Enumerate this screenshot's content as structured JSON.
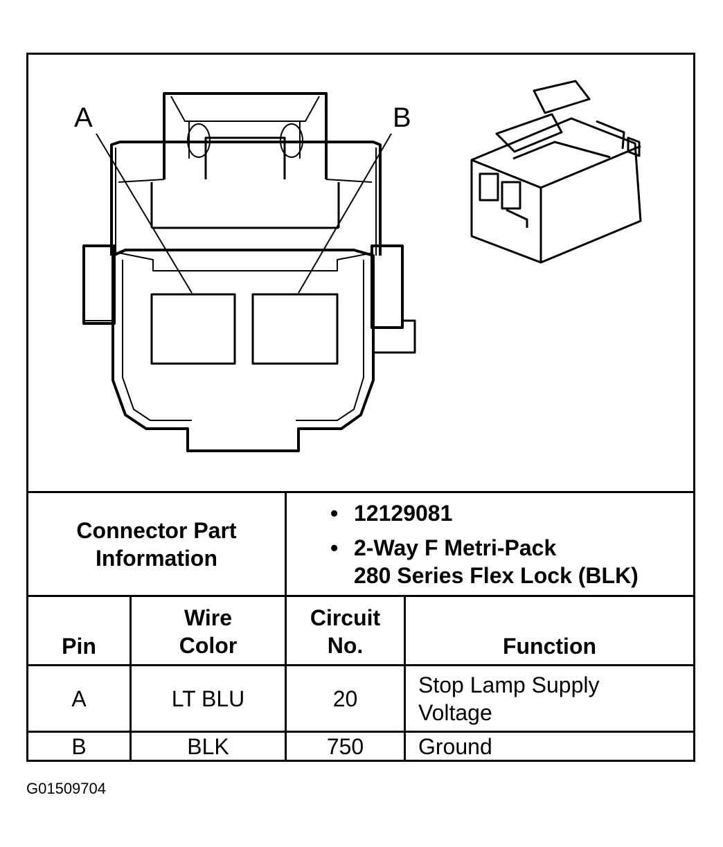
{
  "diagram": {
    "pin_label_a": "A",
    "pin_label_b": "B"
  },
  "part_info": {
    "label_line1": "Connector Part",
    "label_line2": "Information",
    "bullets": [
      {
        "mark": "•",
        "line1": "12129081",
        "line2": ""
      },
      {
        "mark": "•",
        "line1": "2-Way F Metri-Pack",
        "line2": "280 Series Flex Lock (BLK)"
      }
    ]
  },
  "table": {
    "headers": {
      "pin": "Pin",
      "wire_color_1": "Wire",
      "wire_color_2": "Color",
      "circuit_1": "Circuit",
      "circuit_2": "No.",
      "function": "Function"
    },
    "rows": [
      {
        "pin": "A",
        "wire": "LT BLU",
        "circuit": "20",
        "function_1": "Stop Lamp Supply",
        "function_2": "Voltage"
      },
      {
        "pin": "B",
        "wire": "BLK",
        "circuit": "750",
        "function_1": "Ground",
        "function_2": ""
      }
    ]
  },
  "figure_code": "G01509704"
}
